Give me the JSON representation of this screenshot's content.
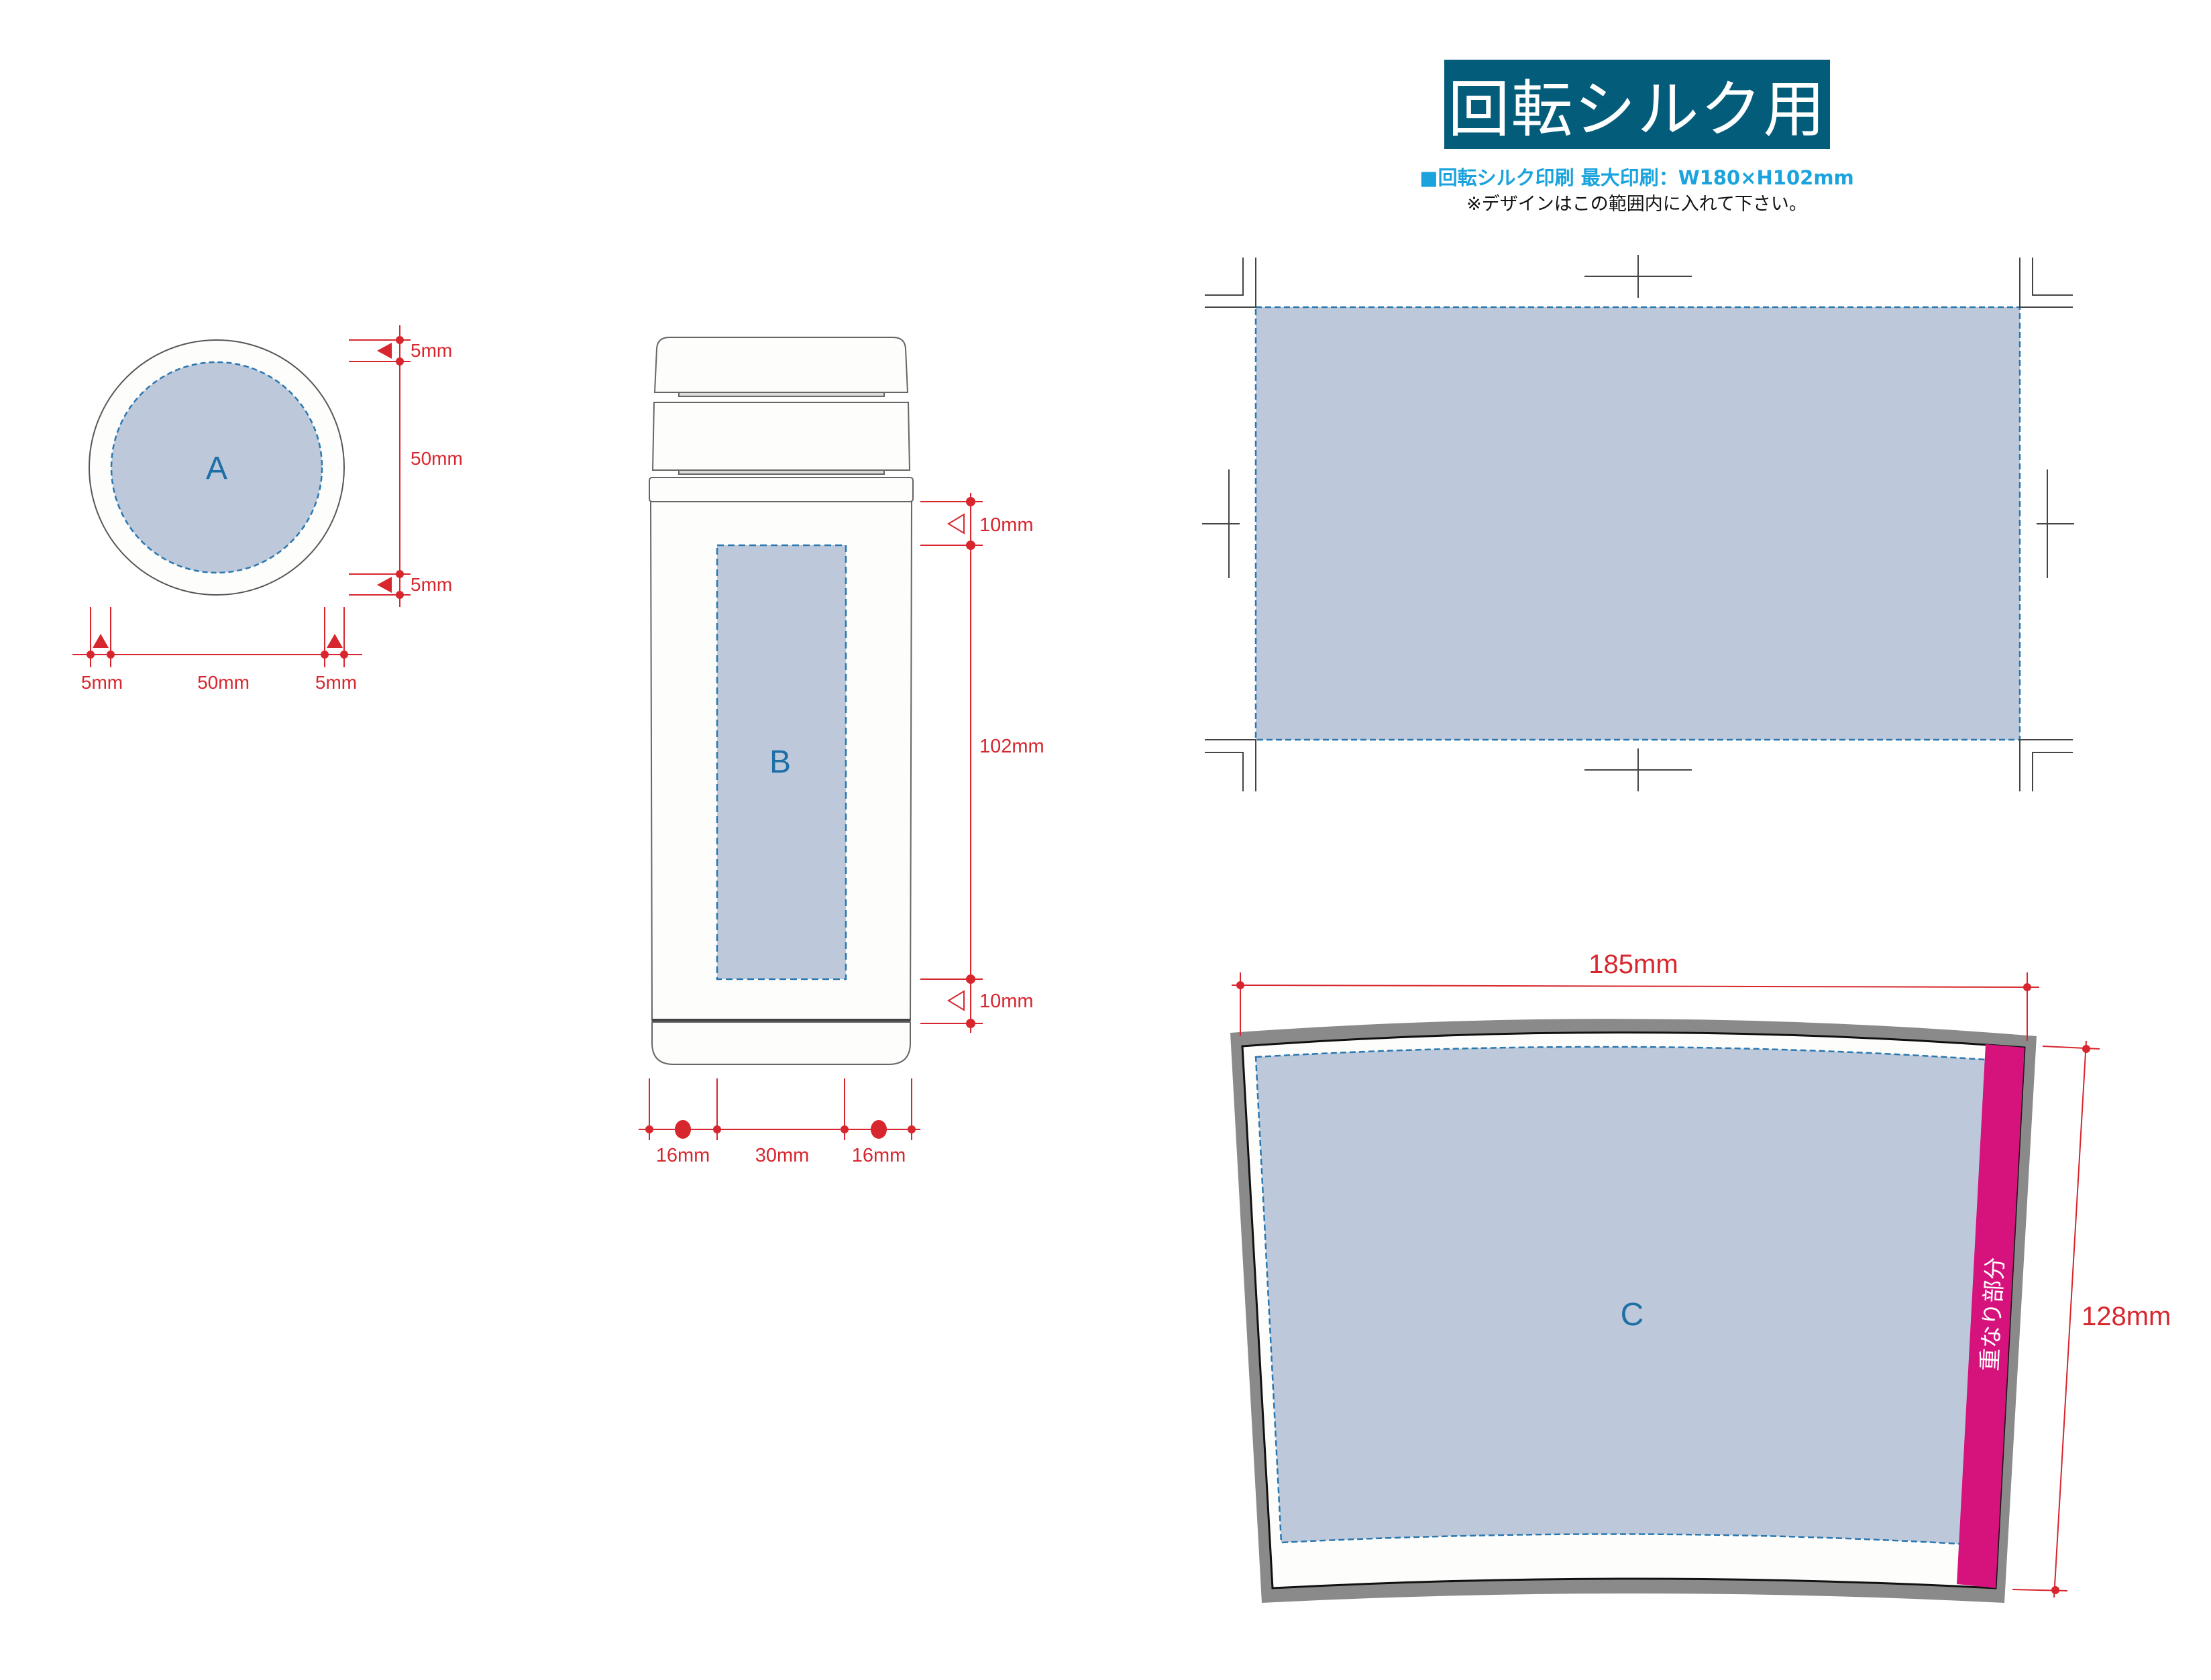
{
  "header": {
    "title": "回転シルク用",
    "spec_line": "■回転シルク印刷 最大印刷：W180×H102mm",
    "note_line": "※デザインはこの範囲内に入れて下さい。"
  },
  "colors": {
    "header_bg": "#045c7b",
    "spec_text": "#1aa3dc",
    "dimension_red": "#d7262e",
    "print_area_fill": "#bdc9da",
    "print_area_border": "#2a78b0",
    "overlap_magenta": "#d6127d",
    "frame_gray": "#8a8a8a",
    "label_blue": "#1d6fa5"
  },
  "area_a": {
    "label": "A",
    "dims_vertical": [
      "5mm",
      "50mm",
      "5mm"
    ],
    "dims_horizontal": [
      "5mm",
      "50mm",
      "5mm"
    ]
  },
  "area_b": {
    "label": "B",
    "dims_vertical": [
      "10mm",
      "102mm",
      "10mm"
    ],
    "dims_horizontal": [
      "16mm",
      "30mm",
      "16mm"
    ]
  },
  "area_c": {
    "label": "C",
    "width": "185mm",
    "height": "128mm",
    "overlap_label": "重なり部分"
  }
}
